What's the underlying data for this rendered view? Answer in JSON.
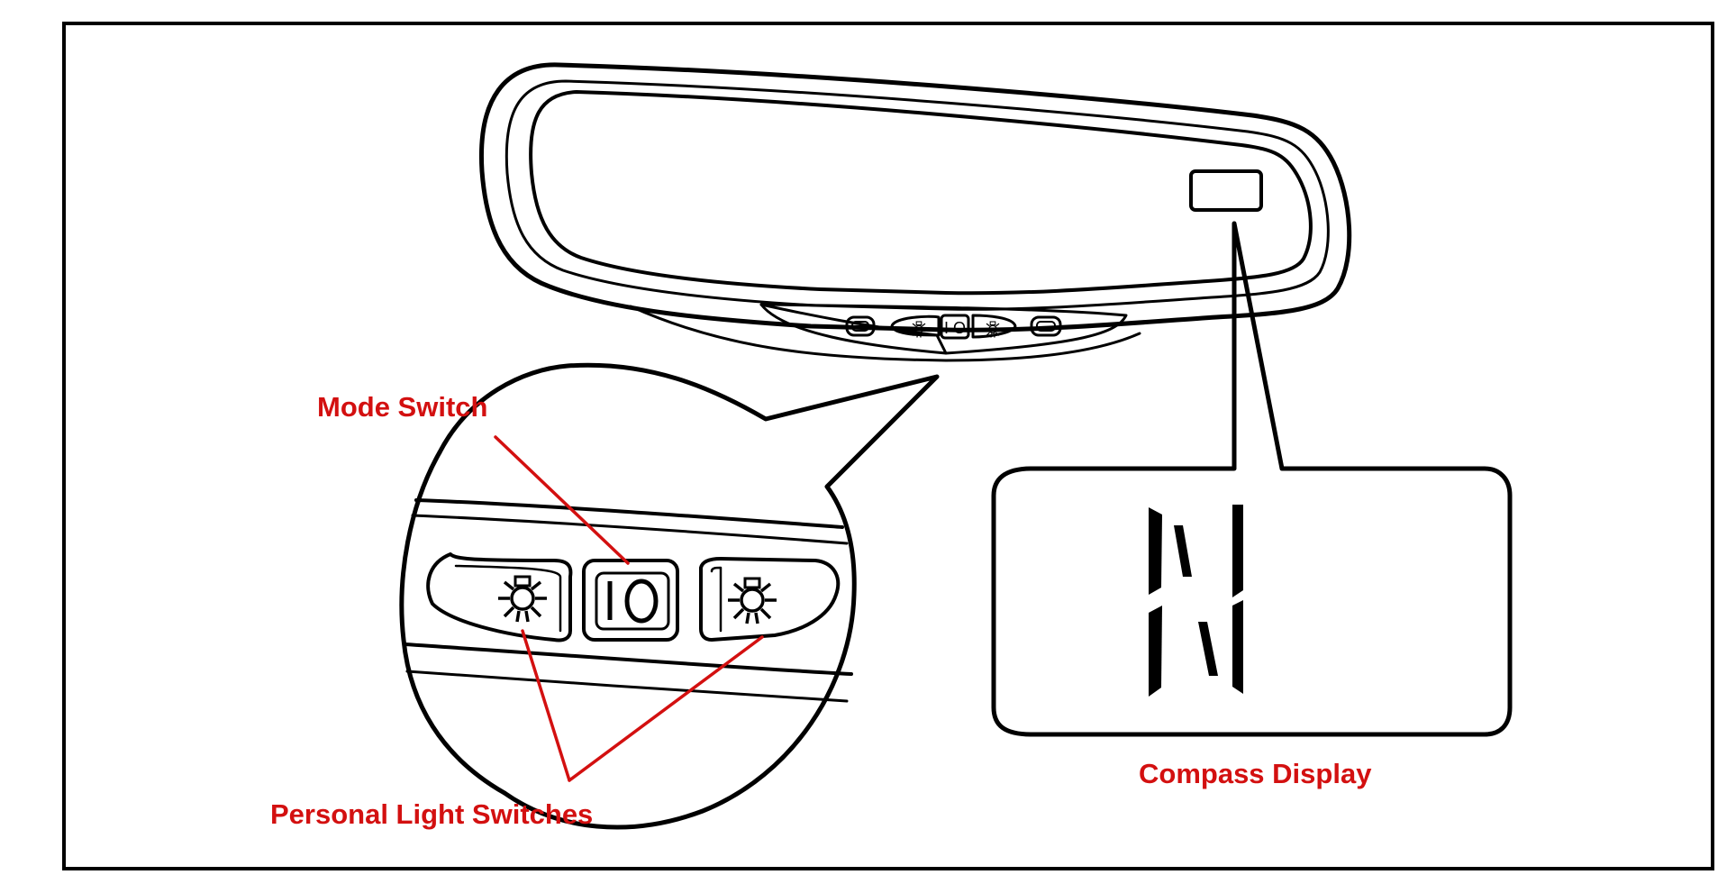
{
  "labels": {
    "mode_switch": "Mode Switch",
    "personal_light_switches": "Personal Light Switches",
    "compass_display": "Compass Display"
  },
  "compass": {
    "heading": "N"
  },
  "mode_switch_glyph": "IO",
  "icons": {
    "dome_light": "dome-light-icon",
    "mode": "mode-switch-glyph"
  },
  "colors": {
    "label": "#d31010",
    "leader": "#d31010",
    "line": "#000000",
    "background": "#ffffff"
  }
}
